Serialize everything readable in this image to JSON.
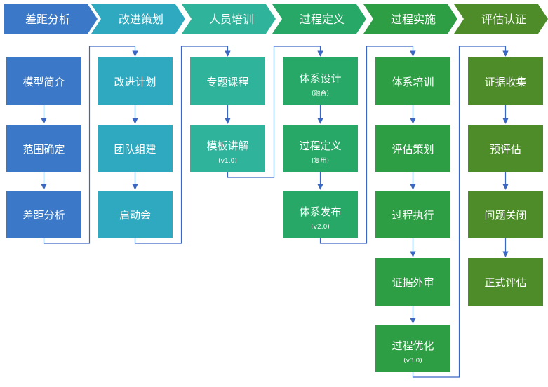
{
  "phases": [
    {
      "label": "差距分析",
      "color": "#3b78c7",
      "steps": [
        {
          "label": "模型简介",
          "sub": ""
        },
        {
          "label": "范围确定",
          "sub": ""
        },
        {
          "label": "差距分析",
          "sub": ""
        }
      ]
    },
    {
      "label": "改进策划",
      "color": "#2fa9c0",
      "steps": [
        {
          "label": "改进计划",
          "sub": ""
        },
        {
          "label": "团队组建",
          "sub": ""
        },
        {
          "label": "启动会",
          "sub": ""
        }
      ]
    },
    {
      "label": "人员培训",
      "color": "#2fb39a",
      "steps": [
        {
          "label": "专题课程",
          "sub": ""
        },
        {
          "label": "模板讲解",
          "sub": "(v1.0)"
        }
      ]
    },
    {
      "label": "过程定义",
      "color": "#27a866",
      "steps": [
        {
          "label": "体系设计",
          "sub": "(融合)"
        },
        {
          "label": "过程定义",
          "sub": "(复用)"
        },
        {
          "label": "体系发布",
          "sub": "(v2.0)"
        }
      ]
    },
    {
      "label": "过程实施",
      "color": "#2e9e45",
      "steps": [
        {
          "label": "体系培训",
          "sub": ""
        },
        {
          "label": "评估策划",
          "sub": ""
        },
        {
          "label": "过程执行",
          "sub": ""
        },
        {
          "label": "证据外审",
          "sub": ""
        },
        {
          "label": "过程优化",
          "sub": "(v3.0)"
        }
      ]
    },
    {
      "label": "评估认证",
      "color": "#4e8c2a",
      "steps": [
        {
          "label": "证据收集",
          "sub": ""
        },
        {
          "label": "预评估",
          "sub": ""
        },
        {
          "label": "问题关闭",
          "sub": ""
        },
        {
          "label": "正式评估",
          "sub": ""
        }
      ]
    }
  ]
}
